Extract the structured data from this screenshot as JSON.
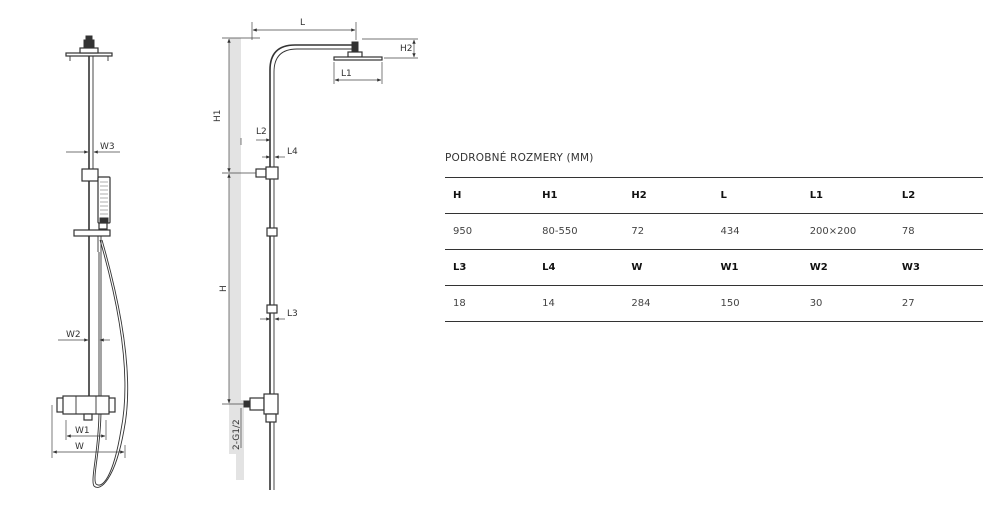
{
  "diagram": {
    "labels": {
      "w3": "W3",
      "w2": "W2",
      "w1": "W1",
      "w": "W",
      "l": "L",
      "h2": "H2",
      "l1": "L1",
      "h1": "H1",
      "l2": "L2",
      "l4": "L4",
      "h": "H",
      "l3": "L3",
      "thread": "2-G1/2"
    }
  },
  "specs": {
    "title": "PODROBNÉ ROZMERY (MM)",
    "header_row_1": [
      "H",
      "H1",
      "H2",
      "L",
      "L1",
      "L2"
    ],
    "value_row_1": [
      "950",
      "80-550",
      "72",
      "434",
      "200×200",
      "78"
    ],
    "header_row_2": [
      "L3",
      "L4",
      "W",
      "W1",
      "W2",
      "W3"
    ],
    "value_row_2": [
      "18",
      "14",
      "284",
      "150",
      "30",
      "27"
    ]
  }
}
